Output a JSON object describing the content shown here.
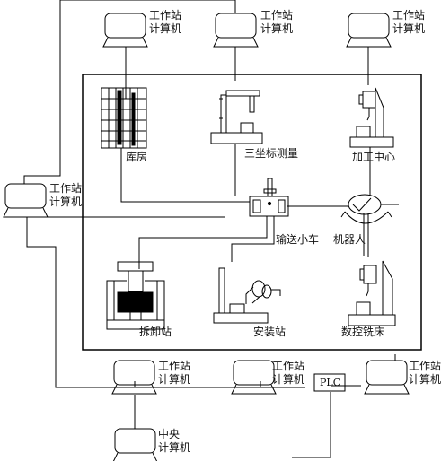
{
  "workstation_label_line1": "工作站",
  "workstation_label_line2": "计算机",
  "central_label_line1": "中央",
  "central_label_line2": "计算机",
  "stations": {
    "warehouse": "库房",
    "cmm": "三坐标测量",
    "machining_center": "加工中心",
    "transfer_cart": "输送小车",
    "robot": "机器人",
    "unloading": "拆卸站",
    "assembly": "安装站",
    "cnc_mill": "数控铣床"
  },
  "plc_label": "PLC"
}
